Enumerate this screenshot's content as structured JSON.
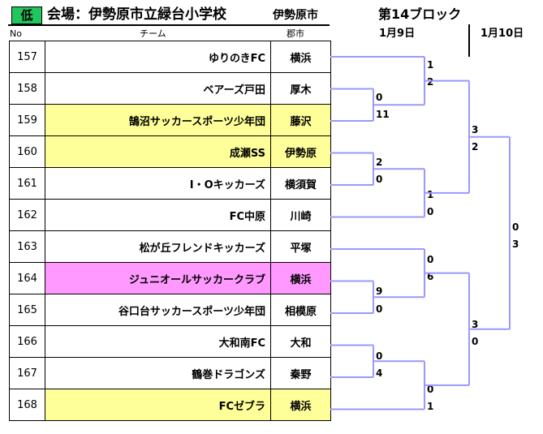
{
  "header": {
    "badge": "低",
    "venue": "会場：伊勢原市立緑台小学校",
    "city": "伊勢原市",
    "block": "第14ブロック",
    "day1": "1月9日",
    "day2": "1月10日"
  },
  "columns": {
    "no": "No",
    "team": "チーム",
    "city": "郡市"
  },
  "colors": {
    "badge": "#22c55e",
    "highlight_yellow": "#ffff99",
    "highlight_pink": "#ff99ff",
    "bracket_line": "#9999ff"
  },
  "teams": [
    {
      "no": "157",
      "name": "ゆりのきFC",
      "city": "横浜",
      "highlight": ""
    },
    {
      "no": "158",
      "name": "ベアーズ戸田",
      "city": "厚木",
      "highlight": ""
    },
    {
      "no": "159",
      "name": "鵠沼サッカースポーツ少年団",
      "city": "藤沢",
      "highlight": "yellow"
    },
    {
      "no": "160",
      "name": "成瀬SS",
      "city": "伊勢原",
      "highlight": "yellow"
    },
    {
      "no": "161",
      "name": "I・Oキッカーズ",
      "city": "横須賀",
      "highlight": ""
    },
    {
      "no": "162",
      "name": "FC中原",
      "city": "川崎",
      "highlight": ""
    },
    {
      "no": "163",
      "name": "松が丘フレンドキッカーズ",
      "city": "平塚",
      "highlight": ""
    },
    {
      "no": "164",
      "name": "ジュニオールサッカークラブ",
      "city": "横浜",
      "highlight": "pink"
    },
    {
      "no": "165",
      "name": "谷口台サッカースポーツ少年団",
      "city": "相模原",
      "highlight": ""
    },
    {
      "no": "166",
      "name": "大和南FC",
      "city": "大和",
      "highlight": ""
    },
    {
      "no": "167",
      "name": "鶴巻ドラゴンズ",
      "city": "秦野",
      "highlight": ""
    },
    {
      "no": "168",
      "name": "FCゼブラ",
      "city": "横浜",
      "highlight": "yellow"
    }
  ],
  "scores": {
    "m158_159": [
      "0",
      "11"
    ],
    "m157_w": [
      "1",
      "2"
    ],
    "m160_161": [
      "2",
      "0"
    ],
    "m162_w": [
      "1",
      "0"
    ],
    "m164_165": [
      "9",
      "0"
    ],
    "m163_w": [
      "0",
      "6"
    ],
    "m166_167": [
      "0",
      "4"
    ],
    "m168_w": [
      "0",
      "1"
    ],
    "semi_top": [
      "3",
      "2"
    ],
    "semi_bottom": [
      "3",
      "0"
    ],
    "final": [
      "0",
      "3"
    ]
  }
}
